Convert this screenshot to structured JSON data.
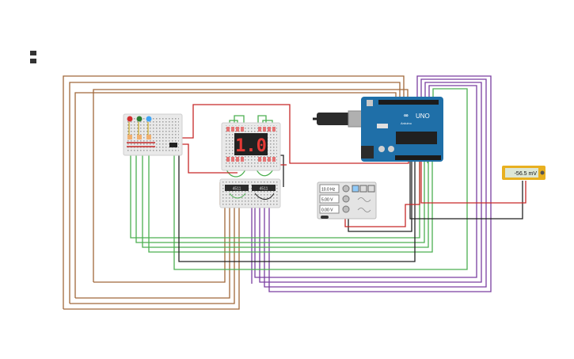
{
  "arduino": {
    "logo": "UNO",
    "brand": "Arduino"
  },
  "display": {
    "digits": "1.0"
  },
  "chips": [
    {
      "label": "4511"
    },
    {
      "label": "4511"
    }
  ],
  "function_generator": {
    "frequency": "10.0 Hz",
    "amplitude": "5.00 V",
    "offset": "0.00 V"
  },
  "multimeter": {
    "reading": "-56.5 mV"
  },
  "colors": {
    "wire_brown": "#a0683a",
    "wire_green": "#4caf50",
    "wire_purple": "#7a3ea0",
    "wire_red": "#c62828",
    "wire_black": "#222222",
    "arduino_blue": "#1f6fa8",
    "multimeter_frame": "#e8b020"
  }
}
